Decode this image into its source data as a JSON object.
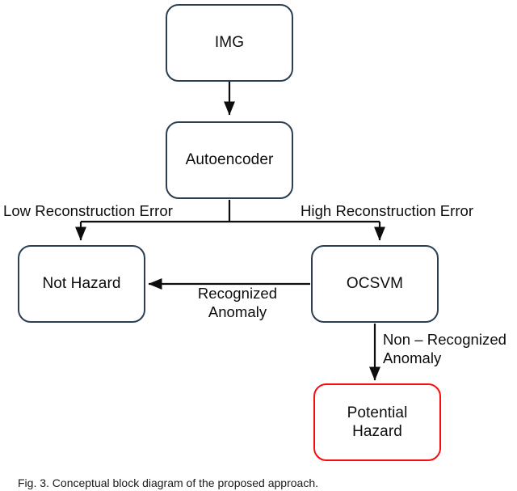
{
  "figure": {
    "caption": "Fig. 3. Conceptual block diagram of the proposed approach.",
    "background_color": "#ffffff",
    "node_border_color": "#2b3f51",
    "alert_border_color": "#fb0b0b",
    "arrow_color": "#0d0d0d",
    "text_color": "#0d0d0d"
  },
  "nodes": [
    {
      "id": "img",
      "label": "IMG",
      "style": "normal"
    },
    {
      "id": "autoencoder",
      "label": "Autoencoder",
      "style": "normal"
    },
    {
      "id": "not-hazard",
      "label": "Not Hazard",
      "style": "normal"
    },
    {
      "id": "ocsvm",
      "label": "OCSVM",
      "style": "normal"
    },
    {
      "id": "potential-hazard",
      "label": "Potential\nHazard",
      "style": "alert"
    }
  ],
  "edge_labels": [
    {
      "id": "low-reconstruction-error",
      "text": "Low Reconstruction Error"
    },
    {
      "id": "high-reconstruction-error",
      "text": "High Reconstruction Error"
    },
    {
      "id": "recognized-anomaly",
      "text": "Recognized\nAnomaly"
    },
    {
      "id": "non-recognized-anomaly",
      "text": "Non – Recognized\nAnomaly"
    }
  ],
  "edges": [
    {
      "from": "img",
      "to": "autoencoder",
      "label": ""
    },
    {
      "from": "autoencoder",
      "to": "not-hazard",
      "label": "Low Reconstruction Error"
    },
    {
      "from": "autoencoder",
      "to": "ocsvm",
      "label": "High Reconstruction Error"
    },
    {
      "from": "ocsvm",
      "to": "not-hazard",
      "label": "Recognized Anomaly"
    },
    {
      "from": "ocsvm",
      "to": "potential-hazard",
      "label": "Non – Recognized Anomaly"
    }
  ]
}
